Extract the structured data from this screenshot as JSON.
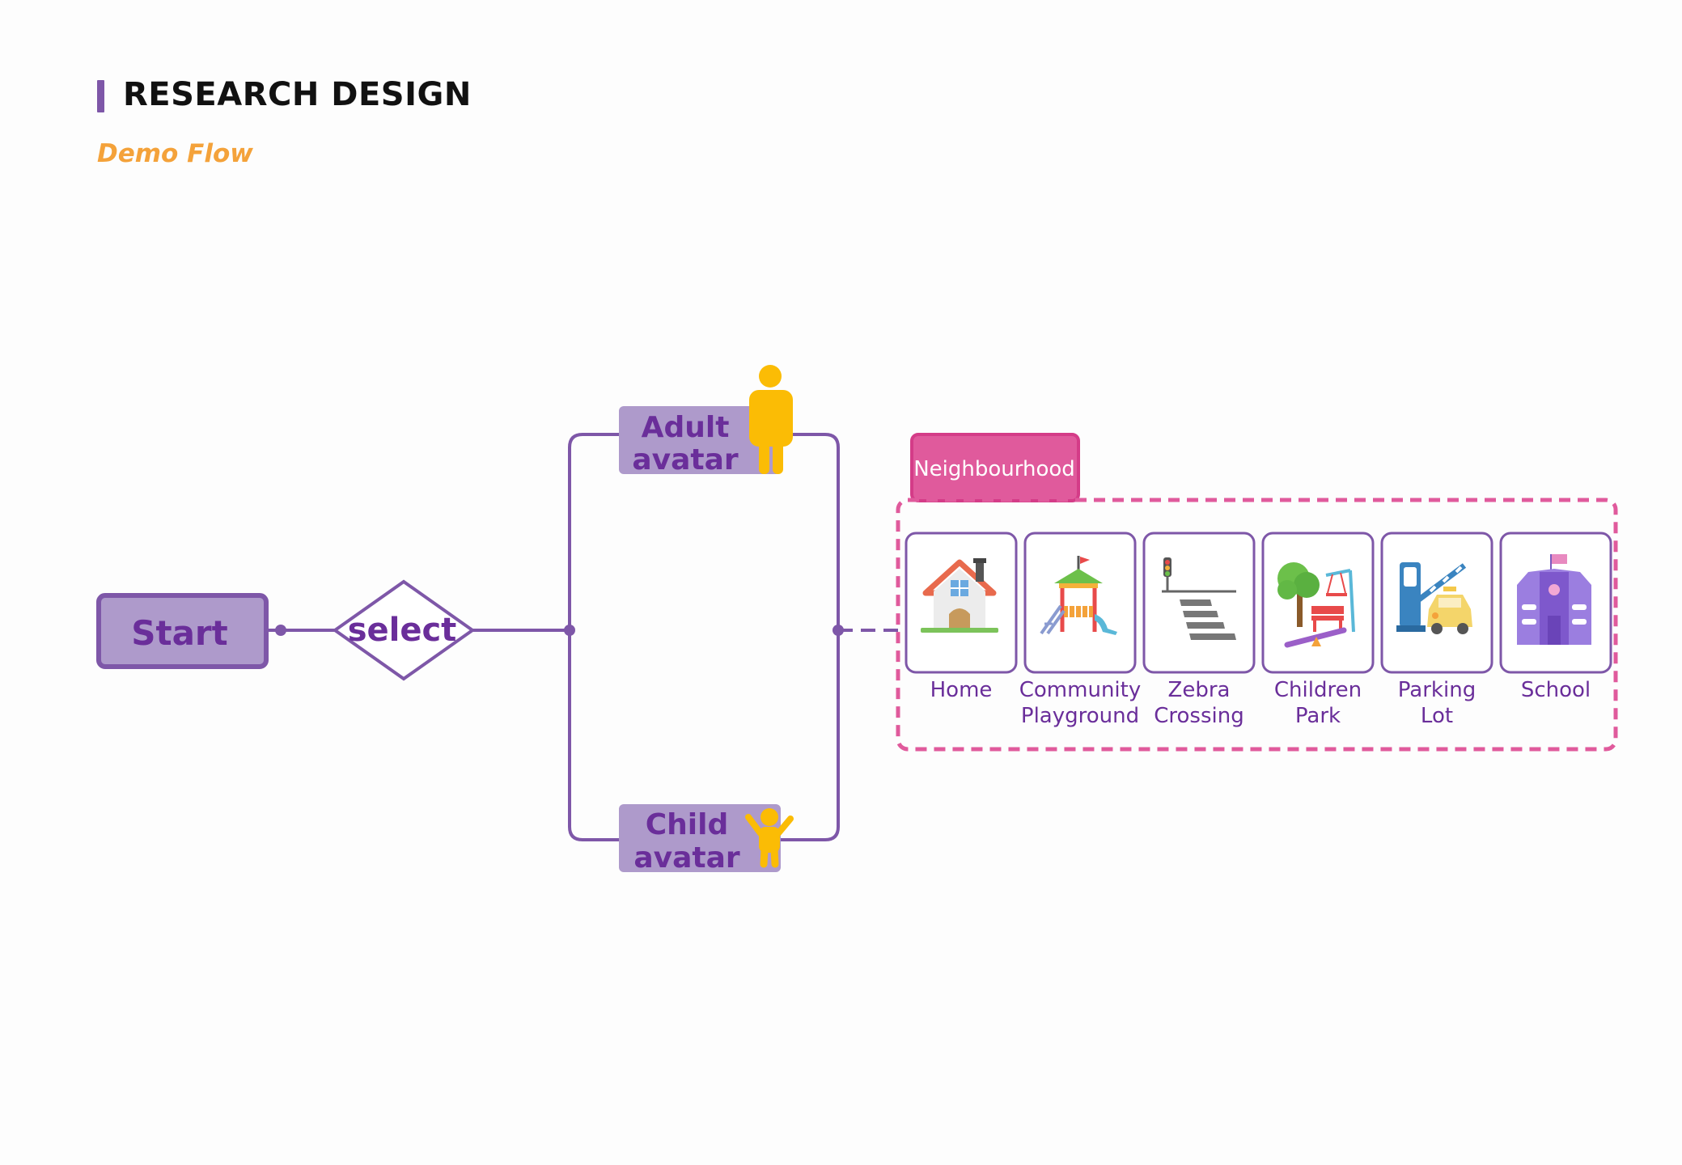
{
  "header": {
    "title": "RESEARCH DESIGN",
    "subtitle": "Demo Flow"
  },
  "flow": {
    "start_label": "Start",
    "decision_label": "select",
    "adult": {
      "line1": "Adult",
      "line2": "avatar"
    },
    "child": {
      "line1": "Child",
      "line2": "avatar"
    },
    "group_label": "Neighbourhood"
  },
  "places": [
    {
      "id": "home",
      "lines": [
        "Home"
      ],
      "icon": "house-icon"
    },
    {
      "id": "community-playground",
      "lines": [
        "Community",
        "Playground"
      ],
      "icon": "playground-icon"
    },
    {
      "id": "zebra-crossing",
      "lines": [
        "Zebra",
        "Crossing"
      ],
      "icon": "zebra-crossing-icon"
    },
    {
      "id": "children-park",
      "lines": [
        "Children",
        "Park"
      ],
      "icon": "park-icon"
    },
    {
      "id": "parking-lot",
      "lines": [
        "Parking",
        "Lot"
      ],
      "icon": "parking-lot-icon"
    },
    {
      "id": "school",
      "lines": [
        "School"
      ],
      "icon": "school-icon"
    }
  ],
  "colors": {
    "purple_line": "#7e57a8",
    "purple_fill": "#ae9acb",
    "purple_text": "#6a2e9a",
    "pink": "#e05a9c",
    "yellow": "#fbbc05",
    "orange": "#f4a23a"
  }
}
